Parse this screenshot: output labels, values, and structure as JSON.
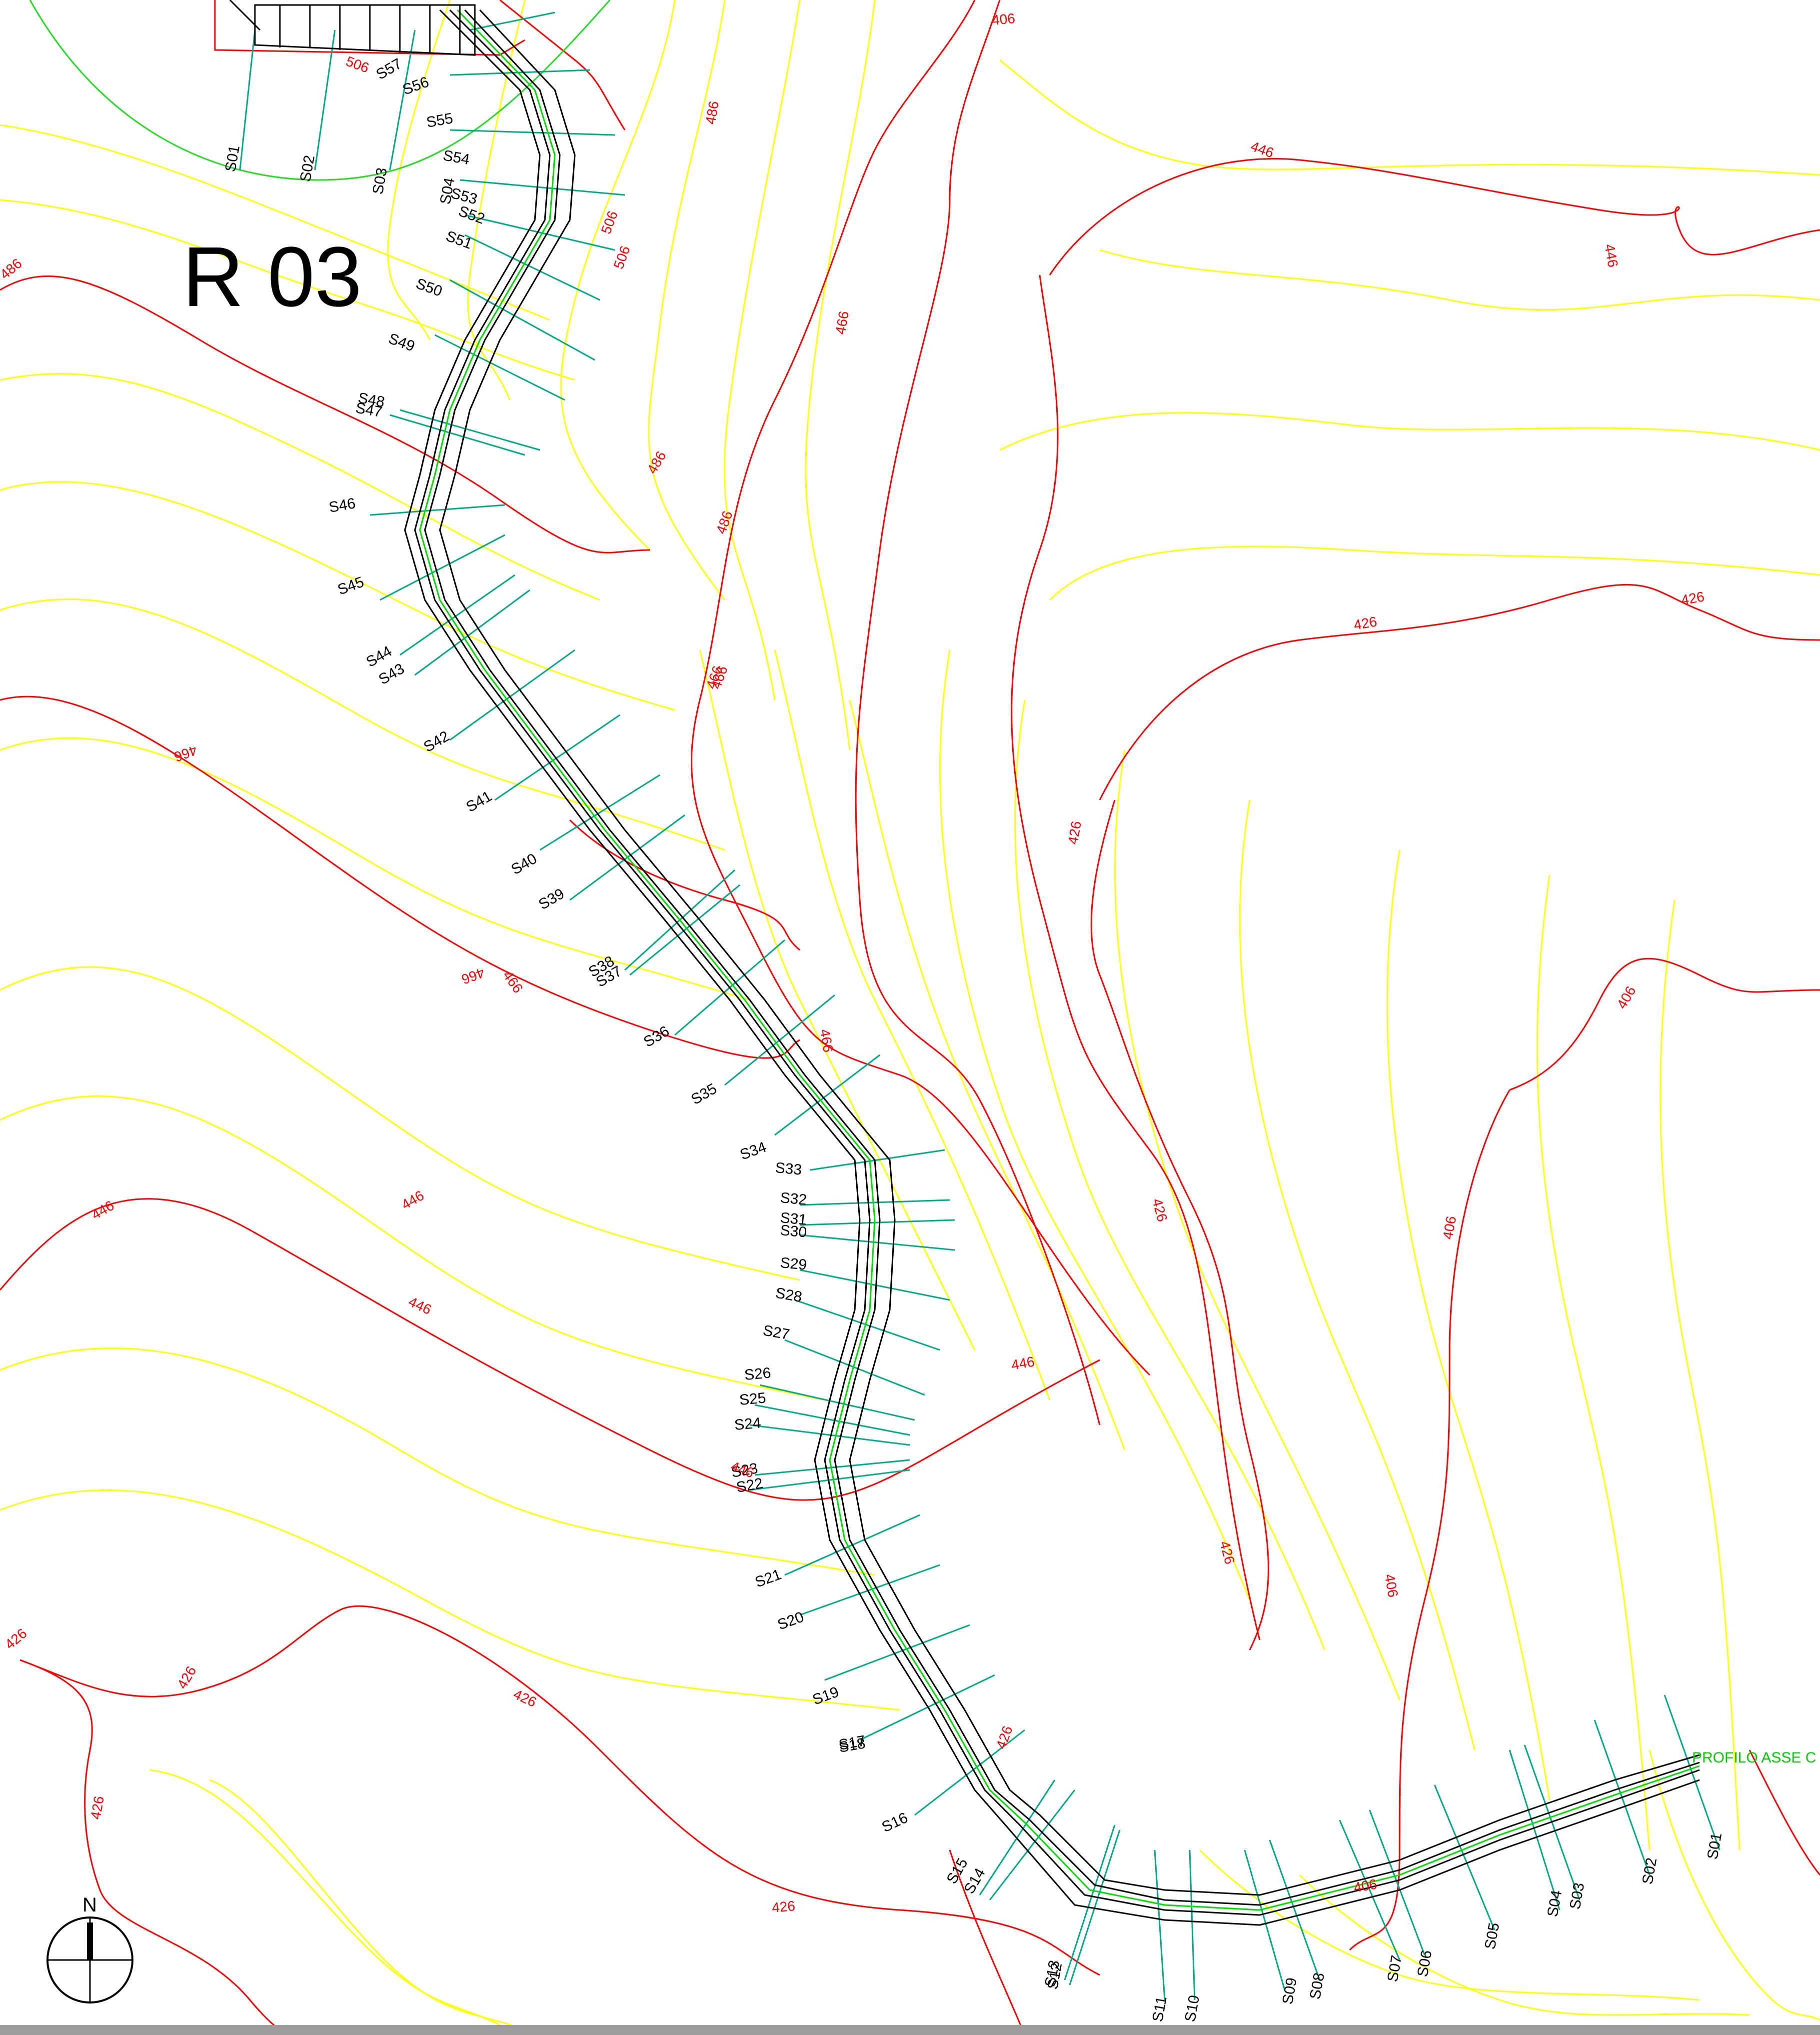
{
  "title": "R 03",
  "north_label": "N",
  "profile_label": "PROFILO ASSE C",
  "colors": {
    "background": "#ffffff",
    "index_contour": "#ff0000",
    "contour": "#ffff00",
    "axis": "#00dd00",
    "section_line": "#00aa88",
    "road_edges": "#000000"
  },
  "road_sections": [
    "S01",
    "S02",
    "S03",
    "S04",
    "S05",
    "S06",
    "S07",
    "S08",
    "S09",
    "S10",
    "S11",
    "S12",
    "S13",
    "S14",
    "S15",
    "S16",
    "S17",
    "S18",
    "S19",
    "S20",
    "S21",
    "S22",
    "S23",
    "S24",
    "S25",
    "S26",
    "S27",
    "S28",
    "S29",
    "S30",
    "S31",
    "S32",
    "S33",
    "S34",
    "S35",
    "S36",
    "S37",
    "S38",
    "S39",
    "S40",
    "S41",
    "S42",
    "S43",
    "S44",
    "S45",
    "S46",
    "S47",
    "S48",
    "S49",
    "S50",
    "S51",
    "S52",
    "S53",
    "S54",
    "S55",
    "S56",
    "S57"
  ],
  "contour_labels": [
    "506",
    "506",
    "486",
    "506",
    "486",
    "466",
    "446",
    "446",
    "466",
    "486",
    "426",
    "426",
    "466",
    "446",
    "446",
    "466",
    "426",
    "406",
    "446",
    "446",
    "426",
    "406",
    "426",
    "426",
    "426",
    "426",
    "426",
    "426",
    "406",
    "426",
    "406",
    "406",
    "466",
    "466",
    "486",
    "466",
    "446"
  ]
}
